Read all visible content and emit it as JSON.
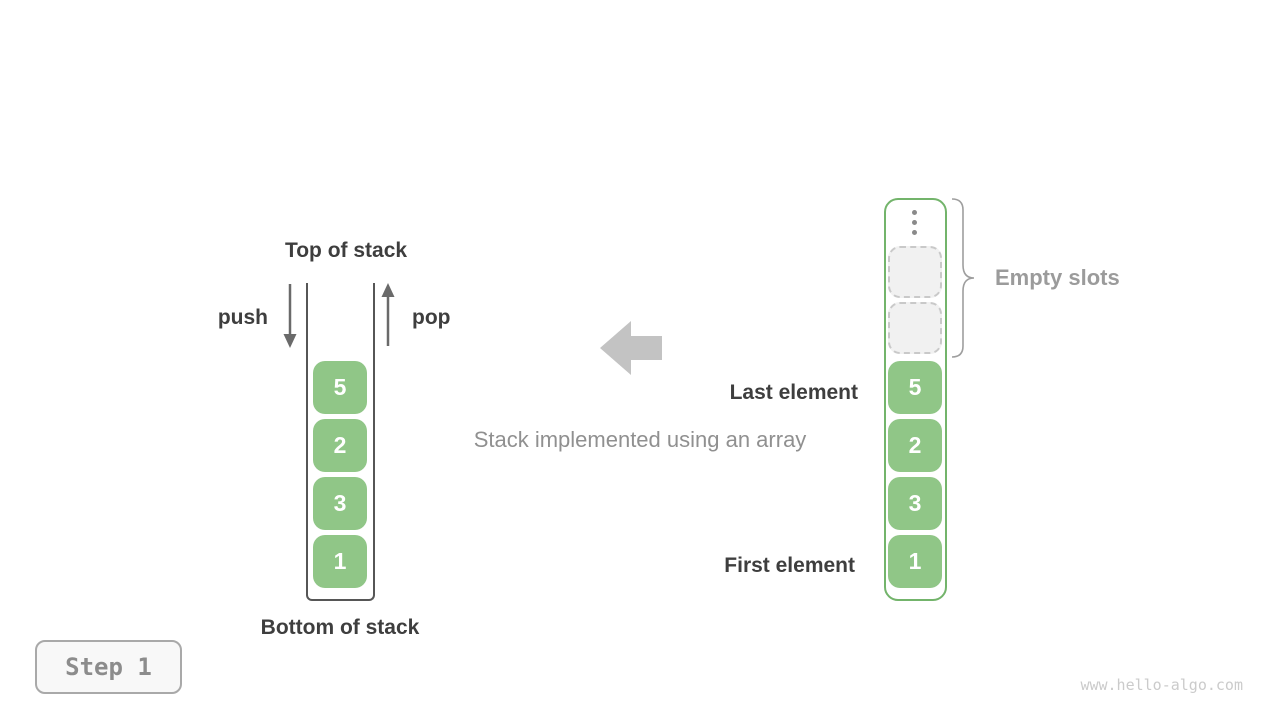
{
  "stack_diagram": {
    "top_label": "Top of stack",
    "bottom_label": "Bottom of stack",
    "push_label": "push",
    "pop_label": "pop",
    "cells": [
      "5",
      "2",
      "3",
      "1"
    ]
  },
  "transition": {
    "caption": "Stack implemented using an array",
    "arrow_icon": "left-arrow"
  },
  "array_diagram": {
    "ellipsis_icon": "vertical-ellipsis",
    "empty_slots_count": 2,
    "empty_slots_label": "Empty slots",
    "last_element_label": "Last element",
    "first_element_label": "First element",
    "cells": [
      "5",
      "2",
      "3",
      "1"
    ]
  },
  "footer": {
    "step_label": "Step 1",
    "watermark": "www.hello-algo.com"
  },
  "colors": {
    "cell_green": "#90C687",
    "array_border_green": "#73B46B",
    "label_dark": "#3E3E3E",
    "caption_gray": "#909090",
    "big_arrow_gray": "#C3C3C3",
    "small_arrow_gray": "#6A6A6A",
    "brace_gray": "#9E9E9E",
    "empty_slot_bg": "#F1F1F1",
    "empty_slot_border": "#C9C9C9"
  }
}
